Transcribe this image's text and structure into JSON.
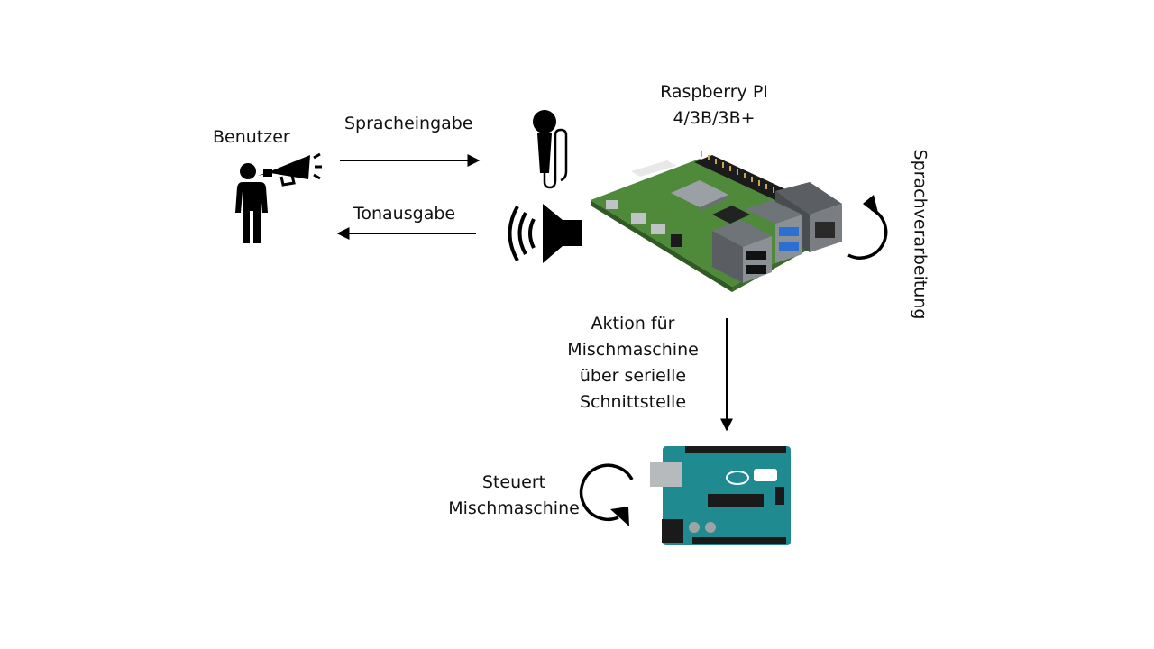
{
  "labels": {
    "user": "Benutzer",
    "speech_input": "Spracheingabe",
    "audio_output": "Tonausgabe",
    "raspberry": [
      "Raspberry PI",
      "4/3B/3B+"
    ],
    "speech_processing": "Sprachverarbeitung",
    "action": [
      "Aktion für",
      "Mischmaschine",
      "über serielle",
      "Schnittstelle"
    ],
    "controls": [
      "Steuert",
      "Mischmaschine"
    ]
  },
  "icons": {
    "user": "person-megaphone-icon",
    "microphone": "microphone-icon",
    "speaker": "speaker-icon",
    "raspberry_board": "raspberry-pi-board-image",
    "arduino_board": "arduino-uno-board-image",
    "rotate_right": "rotate-arrow-icon",
    "rotate_left": "rotate-arrow-icon"
  },
  "colors": {
    "ink": "#000000",
    "rpi_pcb": "#4f8a3b",
    "arduino_pcb": "#1f8a8f"
  }
}
